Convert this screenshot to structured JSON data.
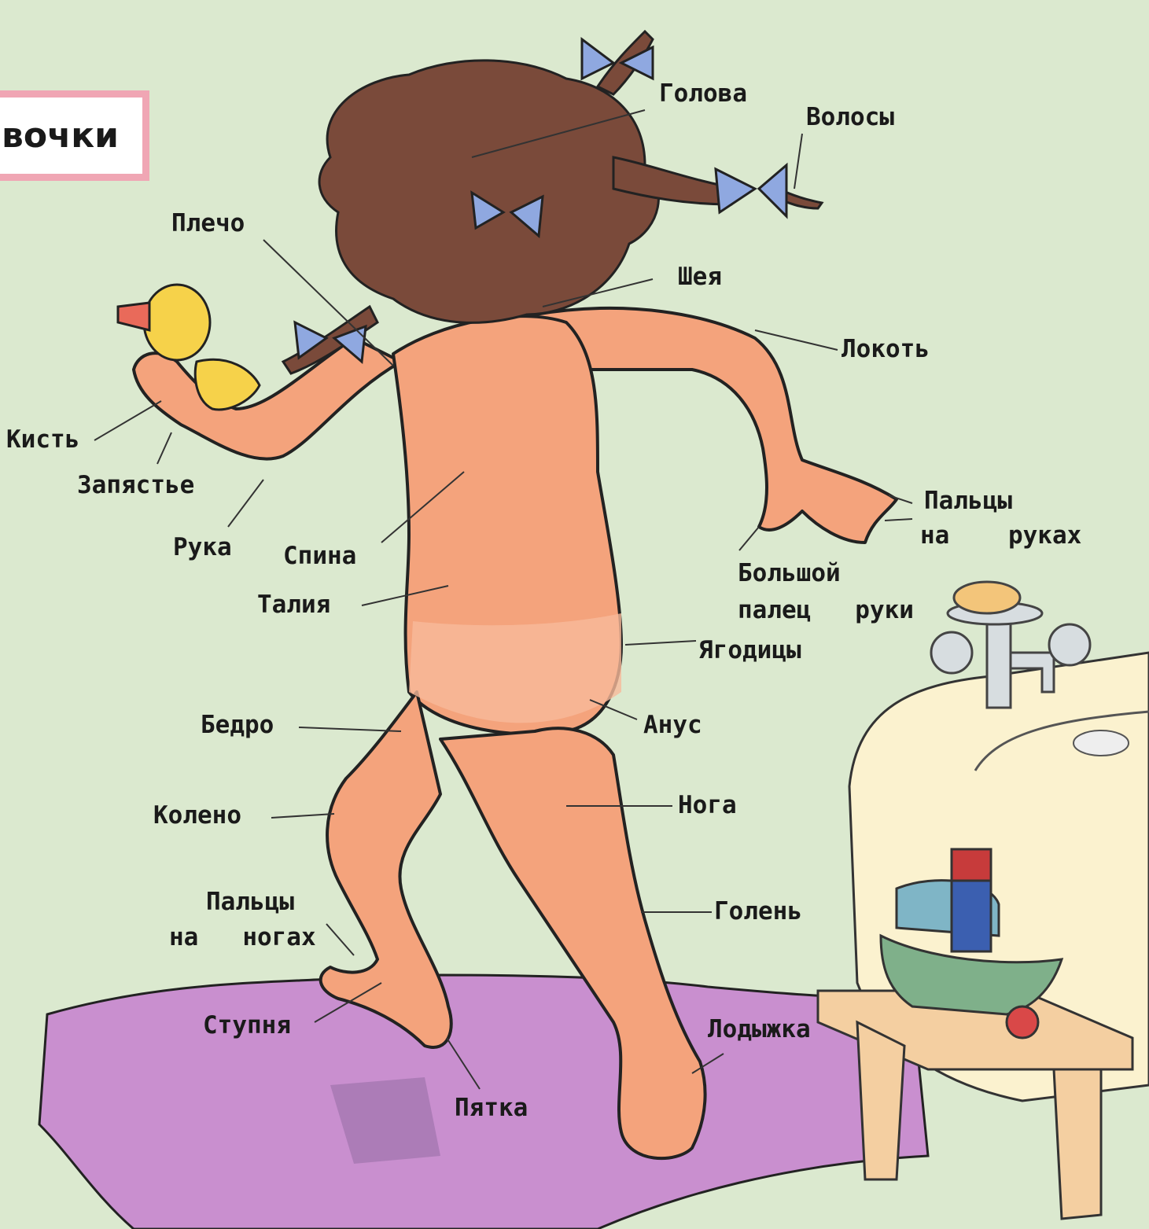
{
  "title": "вочки",
  "labels": {
    "head": "Голова",
    "hair": "Волосы",
    "shoulder": "Плечо",
    "neck": "Шея",
    "elbow": "Локоть",
    "hand": "Кисть",
    "wrist": "Запястье",
    "arm": "Рука",
    "back": "Спина",
    "fingers_1": "Пальцы",
    "fingers_2": "на    руках",
    "thumb_1": "Большой",
    "thumb_2": "палец   руки",
    "waist": "Талия",
    "buttocks": "Ягодицы",
    "hip": "Бедро",
    "anus": "Анус",
    "knee": "Колено",
    "leg": "Нога",
    "toes_1": "Пальцы",
    "toes_2": "на   ногах",
    "shin": "Голень",
    "foot": "Ступня",
    "ankle": "Лодыжка",
    "heel": "Пятка"
  },
  "colors": {
    "background": "#dbe9cf",
    "skin": "#f4a37c",
    "hair": "#7a4a3a",
    "bow": "#8fa8e0",
    "towel": "#c98fcf",
    "title_border": "#f0a6b4"
  }
}
